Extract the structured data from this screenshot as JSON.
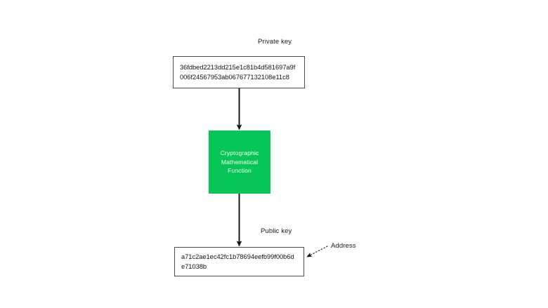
{
  "diagram": {
    "title_context": "Private key to public key derivation",
    "background_color": "#ffffff",
    "accent_color": "#06c755",
    "stroke_color": "#4d4d4d",
    "text_color": "#111111"
  },
  "labels": {
    "private_key": "Private key",
    "public_key": "Public key",
    "address": "Address"
  },
  "nodes": {
    "private_key_value": "36fdbed2213dd215e1c81b4d581697a9f006f24567953ab067677132108e11c8",
    "process": {
      "line1": "Cryptographic",
      "line2": "Mathematical",
      "line3": "Function",
      "fill": "#06c755"
    },
    "public_key_value": "a71c2ae1ec42fc1b78694eefb99f00b6de71038b"
  },
  "edges": [
    {
      "name": "private-key-to-function",
      "style": "solid-arrow",
      "from": "private_key_box",
      "to": "process_box"
    },
    {
      "name": "function-to-public-key",
      "style": "solid-arrow",
      "from": "process_box",
      "to": "public_key_box"
    },
    {
      "name": "address-annotation",
      "style": "dotted-arrow",
      "from": "address_label",
      "to": "public_key_box"
    }
  ]
}
